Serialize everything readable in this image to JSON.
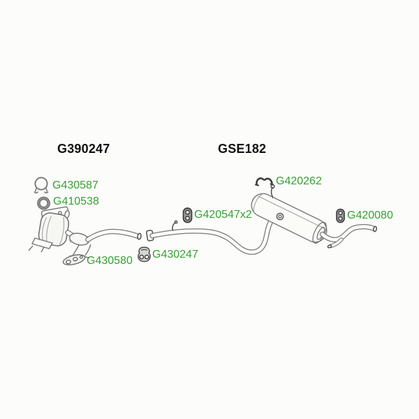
{
  "colors": {
    "background": "#fcfdfa",
    "part_number_green": "#36a135",
    "heading_black": "#101010",
    "line_art_gray": "#787878"
  },
  "diagram": {
    "sections": [
      {
        "heading": "G390247"
      },
      {
        "heading": "GSE182"
      }
    ],
    "parts": [
      {
        "number": "G430587",
        "icon": "clamp-icon"
      },
      {
        "number": "G410538",
        "icon": "gasket-ring-icon"
      },
      {
        "number": "G430580",
        "icon": "flange-gasket-icon"
      },
      {
        "number": "G430247",
        "icon": "rubber-mount-icon"
      },
      {
        "number": "G420547x2",
        "icon": "rubber-mount-icon"
      },
      {
        "number": "G420262",
        "icon": "hanger-hook-icon"
      },
      {
        "number": "G420080",
        "icon": "rubber-mount-icon"
      }
    ]
  }
}
